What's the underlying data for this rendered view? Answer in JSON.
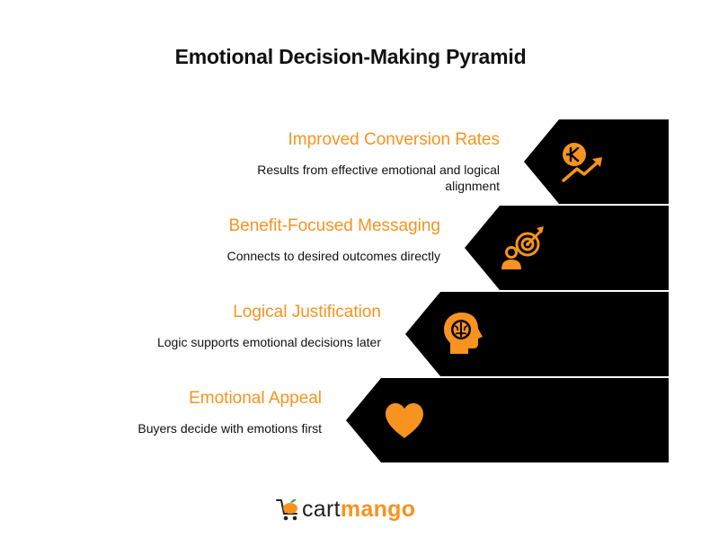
{
  "title": "Emotional Decision-Making Pyramid",
  "colors": {
    "accent": "#f7931e",
    "block": "#000000",
    "text": "#111111"
  },
  "tiers": [
    {
      "title": "Improved Conversion Rates",
      "description": "Results from effective emotional and logical alignment",
      "icon": "growth-chart-icon"
    },
    {
      "title": "Benefit-Focused Messaging",
      "description": "Connects to desired outcomes directly",
      "icon": "target-person-icon"
    },
    {
      "title": "Logical Justification",
      "description": "Logic supports emotional decisions later",
      "icon": "brain-head-icon"
    },
    {
      "title": "Emotional Appeal",
      "description": "Buyers decide with emotions first",
      "icon": "heart-icon"
    }
  ],
  "logo": {
    "part1": "cart",
    "part2": "mango",
    "icon": "mango-cart-icon"
  }
}
